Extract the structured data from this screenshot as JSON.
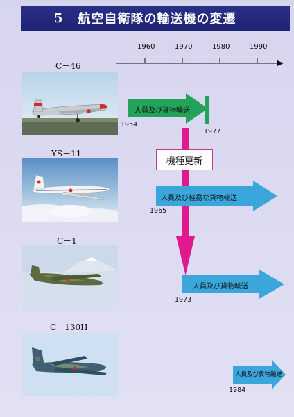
{
  "header": {
    "number": "5",
    "title": "航空自衛隊の輸送機の変遷"
  },
  "timeline": {
    "ticks": [
      "1960",
      "1970",
      "1980",
      "1990"
    ]
  },
  "aircraft": [
    {
      "label": "C－46",
      "start_year": "1954",
      "end_year": "1977",
      "role": "人員及び貨物輸送"
    },
    {
      "label": "YS－11",
      "start_year": "1965",
      "role": "人員及び軽易な貨物輸送"
    },
    {
      "label": "C－1",
      "start_year": "1973",
      "role": "人員及び貨物輸送"
    },
    {
      "label": "C－130H",
      "start_year": "1984",
      "role": "人員及び貨物輸送"
    }
  ],
  "update_label": "機種更新",
  "colors": {
    "header": "#232880",
    "green_arrow": "#23a35a",
    "blue_arrow": "#3aa6dc",
    "magenta_arrow": "#e0198f"
  }
}
